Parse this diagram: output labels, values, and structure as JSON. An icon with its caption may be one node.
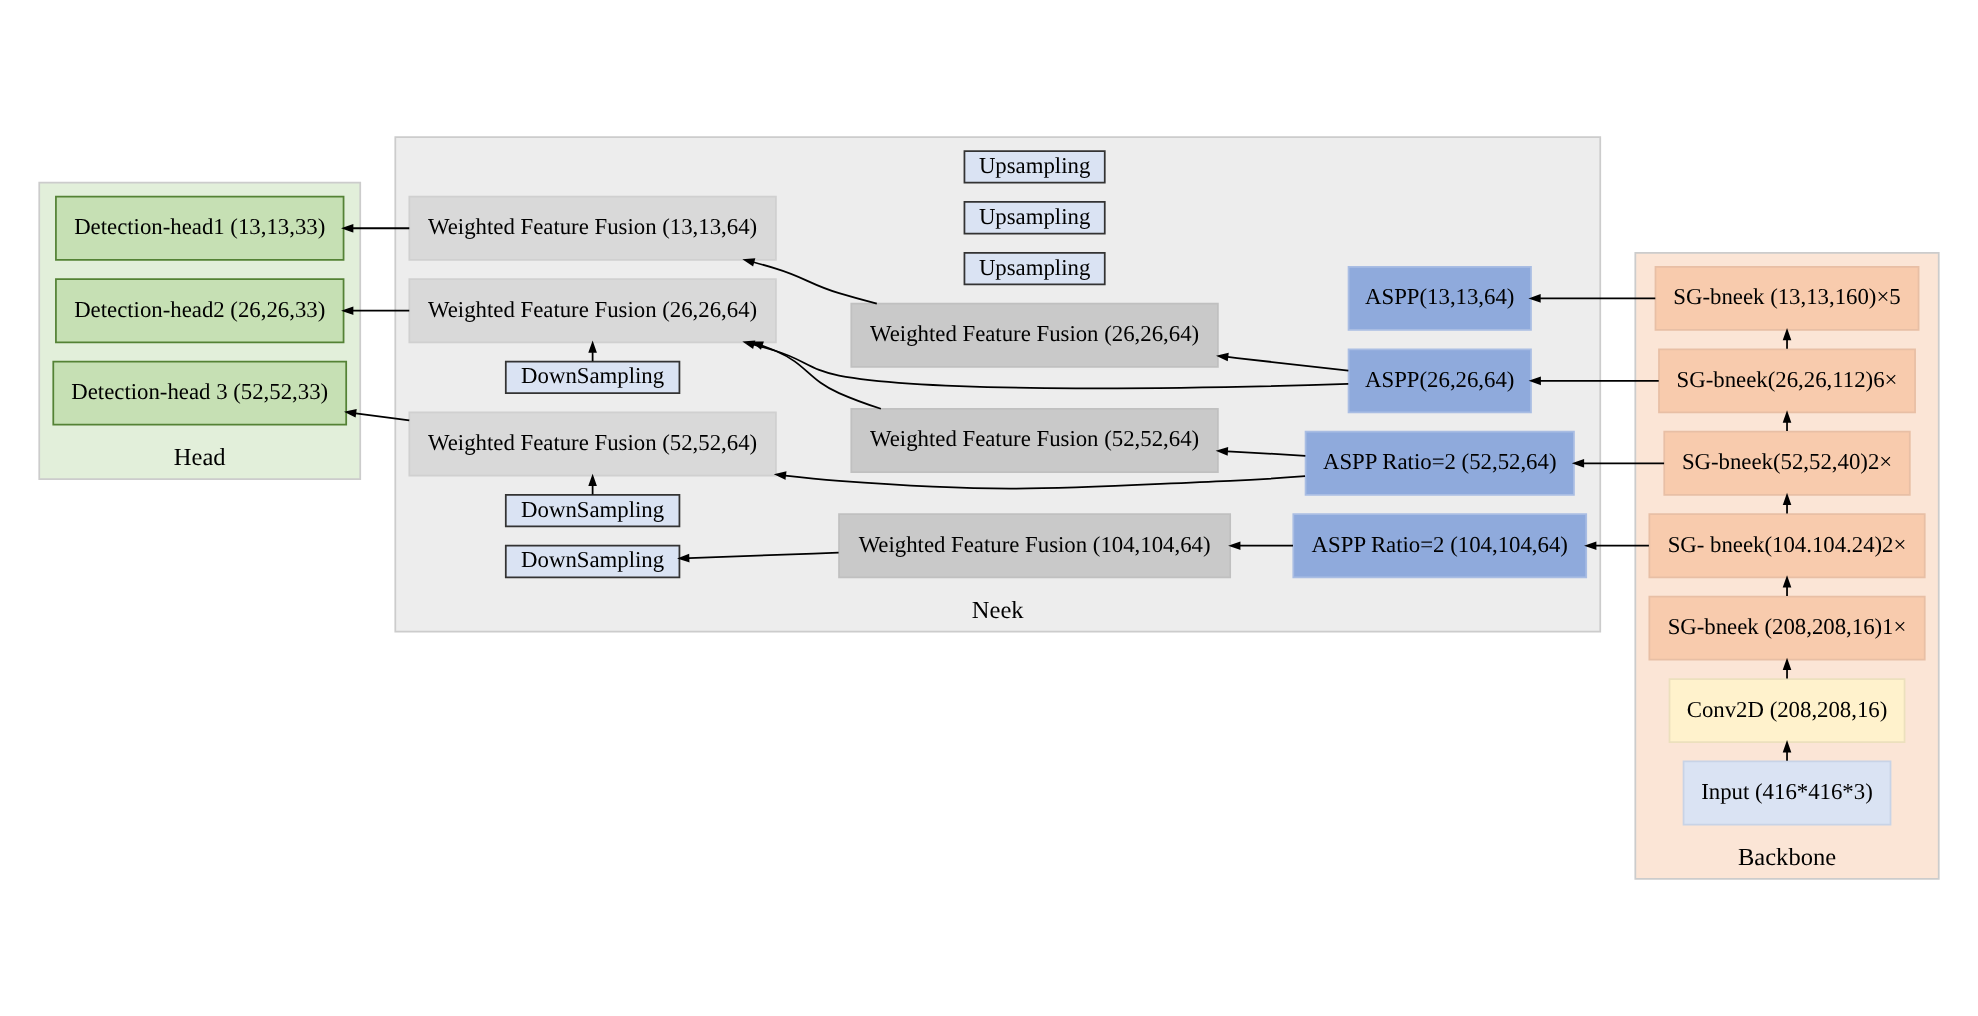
{
  "diagram": {
    "nodes": [
      {
        "text": [
          "Head"
        ]
      },
      {
        "text": [
          "Neek"
        ]
      },
      {
        "text": [
          "Backbone"
        ]
      },
      {
        "text": [
          "Detection-head1 (13,13,33)"
        ],
        "in": 0
      },
      {
        "text": [
          "Detection-head2 (26,26,33)"
        ],
        "in": 0
      },
      {
        "text": [
          "Detection-head 3 (52,52,33)"
        ],
        "in": 0
      },
      {
        "text": [
          "Weighted Feature Fusion (13,13,64)"
        ],
        "in": 1
      },
      {
        "text": [
          "DownSampling"
        ],
        "in": 1
      },
      {
        "text": [
          "Weighted Feature Fusion (26,26,64)"
        ],
        "in": 1
      },
      {
        "text": [
          "DownSampling"
        ],
        "in": 1
      },
      {
        "text": [
          "Weighted Feature Fusion (52,52,64)"
        ],
        "in": 1
      },
      {
        "text": [
          "DownSampling"
        ],
        "in": 1
      },
      {
        "text": [
          "Upsampling"
        ],
        "in": 1
      },
      {
        "text": [
          "Weighted Feature Fusion (26,26,64)"
        ],
        "in": 1
      },
      {
        "text": [
          "Upsampling"
        ],
        "in": 1
      },
      {
        "text": [
          "Weighted Feature Fusion (52,52,64)"
        ],
        "in": 1
      },
      {
        "text": [
          "Upsampling"
        ],
        "in": 1
      },
      {
        "text": [
          "Weighted Feature Fusion (104,104,64)"
        ],
        "in": 1
      },
      {
        "text": [
          "ASPP(13,13,64)"
        ],
        "in": 1
      },
      {
        "text": [
          "ASPP(26,26,64)"
        ],
        "in": 1
      },
      {
        "text": [
          "ASPP Ratio=2 (52,52,64)"
        ],
        "in": 1
      },
      {
        "text": [
          "ASPP Ratio=2 (104,104,64)"
        ],
        "in": 1
      },
      {
        "text": [
          "SG-bneek (13,13,160)×5"
        ],
        "in": 2
      },
      {
        "text": [
          "SG-bneek(26,26,112)6×"
        ],
        "in": 2
      },
      {
        "text": [
          "SG-bneek(52,52,40)2×"
        ],
        "in": 2
      },
      {
        "text": [
          "SG- bneek(104.104.24)2×"
        ],
        "in": 2
      },
      {
        "text": [
          "SG-bneek (208,208,16)1×"
        ],
        "in": 2
      },
      {
        "text": [
          "Conv2D (208,208,16)"
        ],
        "in": 2
      },
      {
        "text": [
          "Input (416*416*3)"
        ],
        "in": 2
      }
    ],
    "edges": [
      {
        "from": 28,
        "to": 27,
        "arrow": "to"
      },
      {
        "from": 27,
        "to": 26,
        "arrow": "to"
      },
      {
        "from": 26,
        "to": 25,
        "arrow": "to"
      },
      {
        "from": 25,
        "to": 24,
        "arrow": "to"
      },
      {
        "from": 24,
        "to": 23,
        "arrow": "to"
      },
      {
        "from": 23,
        "to": 22,
        "arrow": "to"
      },
      {
        "from": 22,
        "to": 18,
        "arrow": "to"
      },
      {
        "from": 23,
        "to": 19,
        "arrow": "to"
      },
      {
        "from": 24,
        "to": 20,
        "arrow": "to"
      },
      {
        "from": 25,
        "to": 21,
        "arrow": "to"
      },
      {
        "from": 19,
        "to": 13,
        "arrow": "to"
      },
      {
        "from": 20,
        "to": 15,
        "arrow": "to"
      },
      {
        "from": 21,
        "to": 17,
        "arrow": "to"
      },
      {
        "from": 19,
        "to": 8,
        "arrow": "to"
      },
      {
        "from": 20,
        "to": 10,
        "arrow": "to"
      },
      {
        "from": 13,
        "to": 6,
        "arrow": "to"
      },
      {
        "from": 15,
        "to": 8,
        "arrow": "to"
      },
      {
        "from": 17,
        "to": 11,
        "arrow": "to"
      },
      {
        "from": 7,
        "to": 8,
        "arrow": "to"
      },
      {
        "from": 9,
        "to": 10,
        "arrow": "to"
      },
      {
        "from": 6,
        "to": 3,
        "arrow": "to"
      },
      {
        "from": 8,
        "to": 4,
        "arrow": "to"
      },
      {
        "from": 10,
        "to": 5,
        "arrow": "to"
      }
    ]
  }
}
